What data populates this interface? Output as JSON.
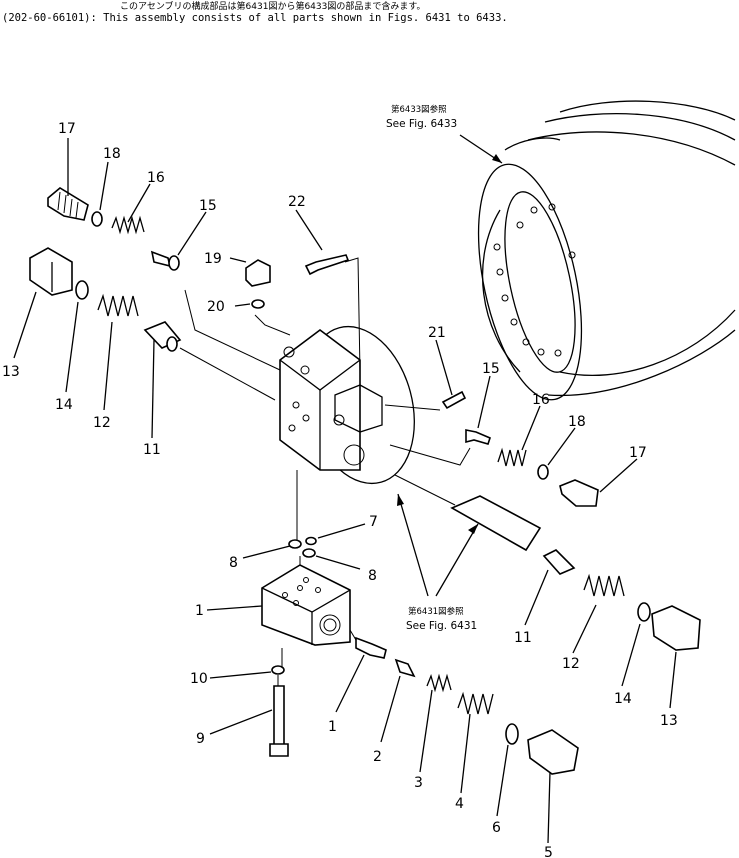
{
  "header": {
    "note_jp": "このアセンブリの構成部品は第6431図から第6433図の部品まで含みます。",
    "note_en": "(202-60-66101): This assembly consists of all parts shown in Figs. 6431 to 6433."
  },
  "references": {
    "fig6433_jp": "第6433図参照",
    "fig6433_en": "See Fig. 6433",
    "fig6431_jp": "第6431図参照",
    "fig6431_en": "See Fig. 6431"
  },
  "callouts": {
    "c1a": "1",
    "c1b": "1",
    "c2": "2",
    "c3": "3",
    "c4": "4",
    "c5": "5",
    "c6": "6",
    "c7": "7",
    "c8a": "8",
    "c8b": "8",
    "c9": "9",
    "c10": "10",
    "c11a": "11",
    "c11b": "11",
    "c12a": "12",
    "c12b": "12",
    "c13a": "13",
    "c13b": "13",
    "c14a": "14",
    "c14b": "14",
    "c15a": "15",
    "c15b": "15",
    "c16a": "16",
    "c16b": "16",
    "c17a": "17",
    "c17b": "17",
    "c18a": "18",
    "c18b": "18",
    "c19": "19",
    "c20": "20",
    "c21": "21",
    "c22": "22"
  }
}
